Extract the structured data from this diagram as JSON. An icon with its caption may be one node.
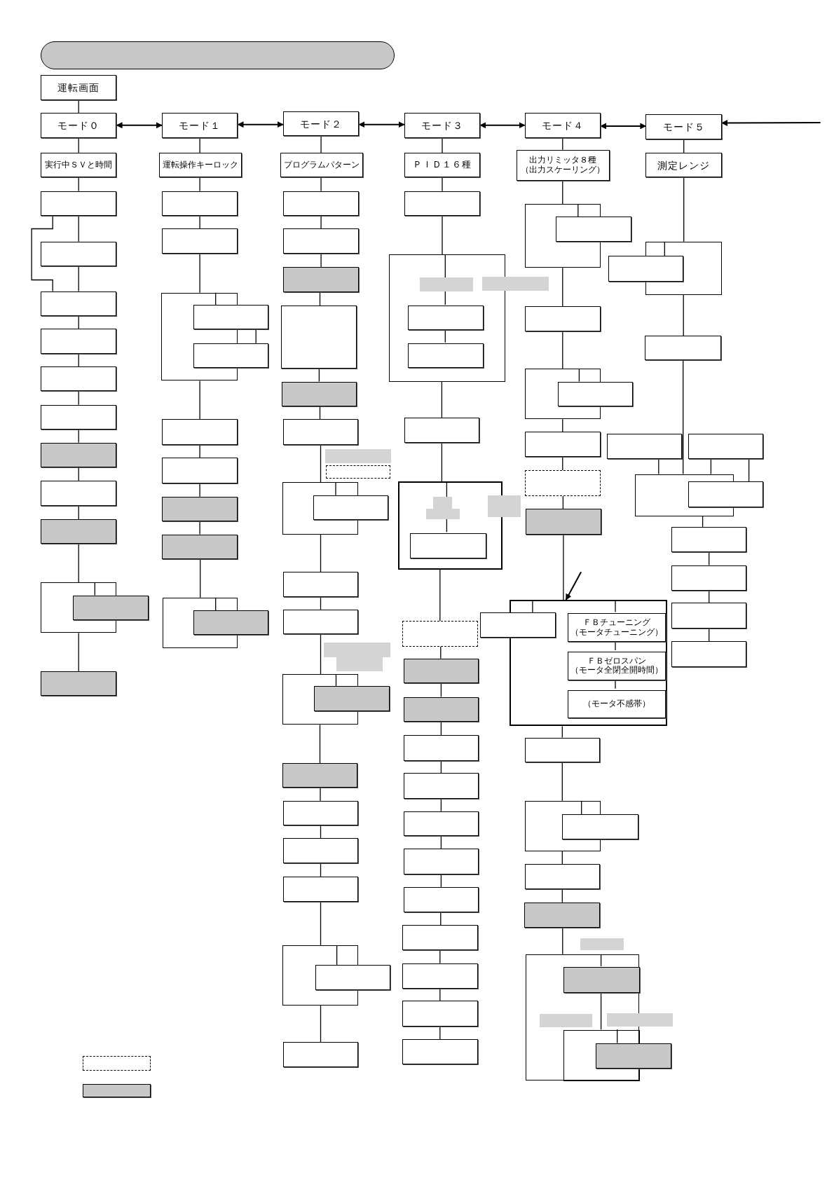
{
  "diagram": {
    "nodes": [
      {
        "text": [],
        "shape": "bar"
      },
      {
        "text": [
          "運転画面"
        ]
      },
      {
        "text": [
          "モード０"
        ]
      },
      {
        "text": [
          "モード１"
        ]
      },
      {
        "text": [
          "モード２"
        ]
      },
      {
        "text": [
          "モード３"
        ]
      },
      {
        "text": [
          "モード４"
        ]
      },
      {
        "text": [
          "モード５"
        ]
      },
      {
        "text": [
          "実行中ＳＶと時間"
        ]
      },
      {
        "text": [],
        "shape": "box"
      },
      {
        "text": [],
        "shape": "box"
      },
      {
        "text": [],
        "shape": "box"
      },
      {
        "text": [],
        "shape": "box"
      },
      {
        "text": [],
        "shape": "box"
      },
      {
        "text": [],
        "shape": "box"
      },
      {
        "text": [],
        "shape": "box"
      },
      {
        "text": [],
        "shape": "box"
      },
      {
        "text": [],
        "shape": "box"
      },
      {
        "text": [],
        "shape": "box"
      },
      {
        "text": [],
        "shape": "box"
      },
      {
        "text": [],
        "shape": "box"
      },
      {
        "text": [
          "運転操作キーロック"
        ]
      },
      {
        "text": [],
        "shape": "box"
      },
      {
        "text": [],
        "shape": "box"
      },
      {
        "text": [],
        "shape": "box"
      },
      {
        "text": [],
        "shape": "box"
      },
      {
        "text": [],
        "shape": "box"
      },
      {
        "text": [],
        "shape": "box"
      },
      {
        "text": [],
        "shape": "box"
      },
      {
        "text": [],
        "shape": "box"
      },
      {
        "text": [],
        "shape": "box"
      },
      {
        "text": [],
        "shape": "box"
      },
      {
        "text": [],
        "shape": "box"
      },
      {
        "text": [
          "プログラムパターン"
        ]
      },
      {
        "text": [],
        "shape": "box"
      },
      {
        "text": [],
        "shape": "box"
      },
      {
        "text": [],
        "shape": "box"
      },
      {
        "text": [],
        "shape": "box"
      },
      {
        "text": [],
        "shape": "box"
      },
      {
        "text": [],
        "shape": "box"
      },
      {
        "text": [],
        "shape": "box"
      },
      {
        "text": [],
        "shape": "box"
      },
      {
        "text": [],
        "shape": "box"
      },
      {
        "text": [],
        "shape": "box"
      },
      {
        "text": [],
        "shape": "box"
      },
      {
        "text": [],
        "shape": "box"
      },
      {
        "text": [],
        "shape": "box"
      },
      {
        "text": [],
        "shape": "box"
      },
      {
        "text": [],
        "shape": "box"
      },
      {
        "text": [],
        "shape": "box"
      },
      {
        "text": [],
        "shape": "box"
      },
      {
        "text": [],
        "shape": "box"
      },
      {
        "text": [],
        "shape": "box"
      },
      {
        "text": [],
        "shape": "box"
      },
      {
        "text": [
          "ＰＩＤ１６種"
        ]
      },
      {
        "text": [],
        "shape": "box"
      },
      {
        "text": [],
        "shape": "box"
      },
      {
        "text": [],
        "shape": "box",
        "in": 56
      },
      {
        "text": [],
        "shape": "box",
        "in": 56
      },
      {
        "text": [],
        "shape": "box"
      },
      {
        "text": [],
        "shape": "box"
      },
      {
        "text": [],
        "shape": "box",
        "in": 60
      },
      {
        "text": [],
        "shape": "box"
      },
      {
        "text": [],
        "shape": "box"
      },
      {
        "text": [],
        "shape": "box"
      },
      {
        "text": [],
        "shape": "box"
      },
      {
        "text": [],
        "shape": "box"
      },
      {
        "text": [],
        "shape": "box"
      },
      {
        "text": [],
        "shape": "box"
      },
      {
        "text": [],
        "shape": "box"
      },
      {
        "text": [],
        "shape": "box"
      },
      {
        "text": [],
        "shape": "box"
      },
      {
        "text": [],
        "shape": "box"
      },
      {
        "text": [],
        "shape": "box"
      },
      {
        "text": [
          "出力リミッタ８種",
          "（出力スケーリング）"
        ]
      },
      {
        "text": [],
        "shape": "box"
      },
      {
        "text": [],
        "shape": "box"
      },
      {
        "text": [],
        "shape": "box"
      },
      {
        "text": [],
        "shape": "box"
      },
      {
        "text": [],
        "shape": "box"
      },
      {
        "text": [],
        "shape": "box"
      },
      {
        "text": [],
        "shape": "box"
      },
      {
        "text": [],
        "shape": "box"
      },
      {
        "text": [],
        "shape": "box"
      },
      {
        "text": [],
        "shape": "box"
      },
      {
        "text": [
          "ＦＢチューニング",
          "（モータチューニング）"
        ],
        "in": 83
      },
      {
        "text": [
          "ＦＢゼロスパン",
          "（モータ全閉全開時間）"
        ],
        "in": 83
      },
      {
        "text": [
          "（モータ不感帯）"
        ],
        "in": 83
      },
      {
        "text": [],
        "shape": "box"
      },
      {
        "text": [],
        "shape": "box"
      },
      {
        "text": [],
        "shape": "box"
      },
      {
        "text": [],
        "shape": "box"
      },
      {
        "text": [],
        "shape": "box"
      },
      {
        "text": [],
        "shape": "box"
      },
      {
        "text": [],
        "shape": "box",
        "in": 93
      },
      {
        "text": [],
        "shape": "box",
        "in": 93
      },
      {
        "text": [],
        "shape": "box"
      },
      {
        "text": [
          "測定レンジ"
        ]
      },
      {
        "text": [],
        "shape": "box"
      },
      {
        "text": [],
        "shape": "box"
      },
      {
        "text": [],
        "shape": "box"
      },
      {
        "text": [],
        "shape": "box"
      },
      {
        "text": [],
        "shape": "box"
      },
      {
        "text": [],
        "shape": "box"
      },
      {
        "text": [],
        "shape": "box"
      },
      {
        "text": [],
        "shape": "box"
      },
      {
        "text": [],
        "shape": "box"
      },
      {
        "text": [],
        "shape": "box"
      },
      {
        "text": [],
        "shape": "box"
      },
      {
        "text": [],
        "shape": "box"
      },
      {
        "text": [],
        "shape": "box"
      },
      {
        "text": [],
        "shape": "bar",
        "in": 56
      },
      {
        "text": [],
        "shape": "bar"
      },
      {
        "text": [],
        "shape": "bar"
      },
      {
        "text": [],
        "shape": "bar"
      },
      {
        "text": [],
        "shape": "bar"
      },
      {
        "text": [],
        "shape": "bar",
        "in": 60
      },
      {
        "text": [],
        "shape": "bar",
        "in": 60
      },
      {
        "text": [],
        "shape": "bar"
      },
      {
        "text": [],
        "shape": "bar"
      },
      {
        "text": [],
        "shape": "bar",
        "in": 93
      },
      {
        "text": [],
        "shape": "bar"
      }
    ],
    "edges": [
      {
        "from": 2,
        "to": 3,
        "arrow": "both"
      },
      {
        "from": 3,
        "to": 4,
        "arrow": "both"
      },
      {
        "from": 4,
        "to": 5,
        "arrow": "both"
      },
      {
        "from": 5,
        "to": 6,
        "arrow": "both"
      },
      {
        "from": 6,
        "to": 7,
        "arrow": "both"
      },
      {
        "from": 1,
        "to": 2,
        "arrow": "none"
      },
      {
        "from": 2,
        "to": 8,
        "arrow": "none"
      },
      {
        "from": 8,
        "to": 9,
        "arrow": "none"
      },
      {
        "from": 9,
        "to": 10,
        "arrow": "none"
      },
      {
        "from": 10,
        "to": 11,
        "arrow": "none"
      },
      {
        "from": 9,
        "to": 11,
        "arrow": "none"
      },
      {
        "from": 11,
        "to": 12,
        "arrow": "none"
      },
      {
        "from": 12,
        "to": 13,
        "arrow": "none"
      },
      {
        "from": 13,
        "to": 14,
        "arrow": "none"
      },
      {
        "from": 14,
        "to": 15,
        "arrow": "none"
      },
      {
        "from": 15,
        "to": 16,
        "arrow": "none"
      },
      {
        "from": 16,
        "to": 17,
        "arrow": "none"
      },
      {
        "from": 17,
        "to": 18,
        "arrow": "none"
      },
      {
        "from": 18,
        "to": 19,
        "arrow": "none"
      },
      {
        "from": 18,
        "to": 20,
        "arrow": "none"
      },
      {
        "from": 3,
        "to": 21,
        "arrow": "none"
      },
      {
        "from": 21,
        "to": 22,
        "arrow": "none"
      },
      {
        "from": 22,
        "to": 23,
        "arrow": "none"
      },
      {
        "from": 23,
        "to": 24,
        "arrow": "none"
      },
      {
        "from": 24,
        "to": 25,
        "arrow": "none"
      },
      {
        "from": 25,
        "to": 26,
        "arrow": "none"
      },
      {
        "from": 24,
        "to": 27,
        "arrow": "none"
      },
      {
        "from": 27,
        "to": 28,
        "arrow": "none"
      },
      {
        "from": 28,
        "to": 29,
        "arrow": "none"
      },
      {
        "from": 29,
        "to": 30,
        "arrow": "none"
      },
      {
        "from": 30,
        "to": 31,
        "arrow": "none"
      },
      {
        "from": 31,
        "to": 32,
        "arrow": "none"
      },
      {
        "from": 4,
        "to": 33,
        "arrow": "none"
      },
      {
        "from": 33,
        "to": 34,
        "arrow": "none"
      },
      {
        "from": 34,
        "to": 35,
        "arrow": "none"
      },
      {
        "from": 35,
        "to": 36,
        "arrow": "none"
      },
      {
        "from": 36,
        "to": 37,
        "arrow": "none"
      },
      {
        "from": 37,
        "to": 38,
        "arrow": "none"
      },
      {
        "from": 38,
        "to": 39,
        "arrow": "none"
      },
      {
        "from": 39,
        "to": 41,
        "arrow": "none"
      },
      {
        "from": 41,
        "to": 42,
        "arrow": "none"
      },
      {
        "from": 41,
        "to": 43,
        "arrow": "none"
      },
      {
        "from": 43,
        "to": 44,
        "arrow": "none"
      },
      {
        "from": 44,
        "to": 45,
        "arrow": "none"
      },
      {
        "from": 45,
        "to": 46,
        "arrow": "none"
      },
      {
        "from": 45,
        "to": 47,
        "arrow": "none"
      },
      {
        "from": 47,
        "to": 48,
        "arrow": "none"
      },
      {
        "from": 48,
        "to": 49,
        "arrow": "none"
      },
      {
        "from": 49,
        "to": 50,
        "arrow": "none"
      },
      {
        "from": 50,
        "to": 51,
        "arrow": "none"
      },
      {
        "from": 51,
        "to": 52,
        "arrow": "none"
      },
      {
        "from": 51,
        "to": 53,
        "arrow": "none"
      },
      {
        "from": 5,
        "to": 54,
        "arrow": "none"
      },
      {
        "from": 54,
        "to": 55,
        "arrow": "none"
      },
      {
        "from": 55,
        "to": 56,
        "arrow": "none"
      },
      {
        "from": 56,
        "to": 57,
        "arrow": "none"
      },
      {
        "from": 57,
        "to": 58,
        "arrow": "none"
      },
      {
        "from": 56,
        "to": 59,
        "arrow": "none"
      },
      {
        "from": 59,
        "to": 60,
        "arrow": "none"
      },
      {
        "from": 60,
        "to": 61,
        "arrow": "none"
      },
      {
        "from": 60,
        "to": 62,
        "arrow": "none"
      },
      {
        "from": 62,
        "to": 63,
        "arrow": "none"
      },
      {
        "from": 63,
        "to": 64,
        "arrow": "none"
      },
      {
        "from": 64,
        "to": 65,
        "arrow": "none"
      },
      {
        "from": 65,
        "to": 66,
        "arrow": "none"
      },
      {
        "from": 66,
        "to": 67,
        "arrow": "none"
      },
      {
        "from": 67,
        "to": 68,
        "arrow": "none"
      },
      {
        "from": 68,
        "to": 69,
        "arrow": "none"
      },
      {
        "from": 69,
        "to": 70,
        "arrow": "none"
      },
      {
        "from": 70,
        "to": 71,
        "arrow": "none"
      },
      {
        "from": 71,
        "to": 72,
        "arrow": "none"
      },
      {
        "from": 72,
        "to": 73,
        "arrow": "none"
      },
      {
        "from": 6,
        "to": 74,
        "arrow": "none"
      },
      {
        "from": 74,
        "to": 75,
        "arrow": "none"
      },
      {
        "from": 75,
        "to": 76,
        "arrow": "none"
      },
      {
        "from": 75,
        "to": 77,
        "arrow": "none"
      },
      {
        "from": 77,
        "to": 78,
        "arrow": "none"
      },
      {
        "from": 78,
        "to": 79,
        "arrow": "none"
      },
      {
        "from": 78,
        "to": 80,
        "arrow": "none"
      },
      {
        "from": 80,
        "to": 81,
        "arrow": "none"
      },
      {
        "from": 81,
        "to": 82,
        "arrow": "none"
      },
      {
        "from": 82,
        "to": 83,
        "arrow": "none"
      },
      {
        "from": 83,
        "to": 84,
        "arrow": "none"
      },
      {
        "from": 83,
        "to": 85,
        "arrow": "none"
      },
      {
        "from": 85,
        "to": 86,
        "arrow": "none"
      },
      {
        "from": 86,
        "to": 87,
        "arrow": "none"
      },
      {
        "from": 83,
        "to": 88,
        "arrow": "none"
      },
      {
        "from": 88,
        "to": 89,
        "arrow": "none"
      },
      {
        "from": 89,
        "to": 90,
        "arrow": "none"
      },
      {
        "from": 89,
        "to": 91,
        "arrow": "none"
      },
      {
        "from": 91,
        "to": 92,
        "arrow": "none"
      },
      {
        "from": 92,
        "to": 93,
        "arrow": "none"
      },
      {
        "from": 93,
        "to": 94,
        "arrow": "none"
      },
      {
        "from": 94,
        "to": 95,
        "arrow": "none"
      },
      {
        "from": 95,
        "to": 96,
        "arrow": "none"
      },
      {
        "from": 7,
        "to": 97,
        "arrow": "none"
      },
      {
        "from": 97,
        "to": 98,
        "arrow": "none"
      },
      {
        "from": 98,
        "to": 99,
        "arrow": "none"
      },
      {
        "from": 98,
        "to": 100,
        "arrow": "none"
      },
      {
        "from": 100,
        "to": 101,
        "arrow": "none"
      },
      {
        "from": 101,
        "to": 102,
        "arrow": "none"
      },
      {
        "from": 101,
        "to": 103,
        "arrow": "none"
      },
      {
        "from": 103,
        "to": 104,
        "arrow": "none"
      },
      {
        "from": 101,
        "to": 105,
        "arrow": "none"
      },
      {
        "from": 105,
        "to": 106,
        "arrow": "none"
      },
      {
        "from": 106,
        "to": 107,
        "arrow": "none"
      },
      {
        "from": 107,
        "to": 108,
        "arrow": "none"
      },
      {
        "from": null,
        "to": 7,
        "arrow": "to"
      },
      {
        "from": null,
        "to": 83,
        "arrow": "to"
      }
    ]
  }
}
